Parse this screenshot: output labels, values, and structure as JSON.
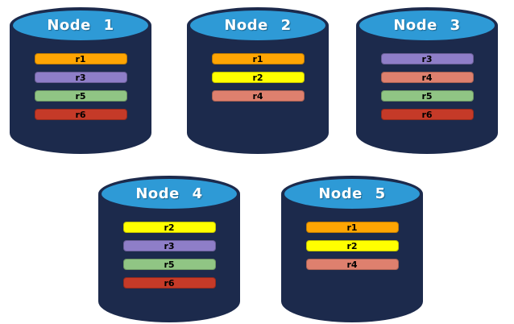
{
  "colors": {
    "background": "#FFFFFF",
    "cylinder_body": "#1C2A4C",
    "cylinder_top": "#2E9AD6",
    "node_label_text": "#FFFFFF",
    "replica_label_text": "#000000",
    "replicas": {
      "r1": "#FFA503",
      "r2": "#FFFF00",
      "r3": "#8E7EC8",
      "r4": "#DE806E",
      "r5": "#90C584",
      "r6": "#C53A28"
    }
  },
  "nodes": [
    {
      "label": "Node 1",
      "replicas": [
        "r1",
        "r3",
        "r5",
        "r6"
      ]
    },
    {
      "label": "Node 2",
      "replicas": [
        "r1",
        "r2",
        "r4"
      ]
    },
    {
      "label": "Node 3",
      "replicas": [
        "r3",
        "r4",
        "r5",
        "r6"
      ]
    },
    {
      "label": "Node 4",
      "replicas": [
        "r2",
        "r3",
        "r5",
        "r6"
      ]
    },
    {
      "label": "Node 5",
      "replicas": [
        "r1",
        "r2",
        "r4"
      ]
    }
  ]
}
